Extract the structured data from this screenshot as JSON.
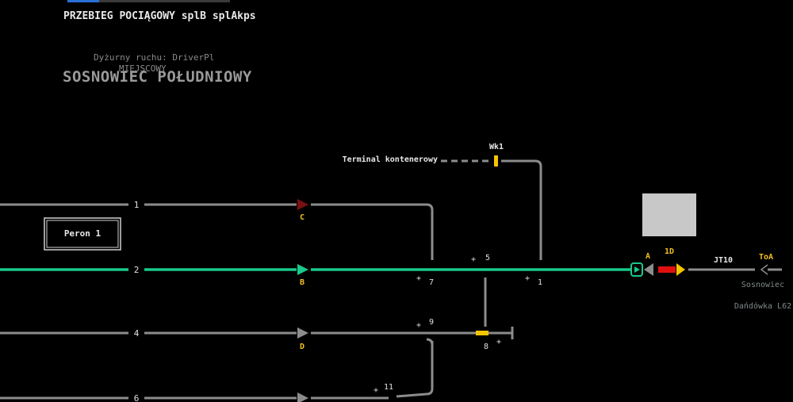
{
  "header": {
    "route_title": "PRZEBIEG POCIĄGOWY splB splAkps",
    "dispatcher": "Dyżurny ruchu: DriverPl",
    "mode": "MIEJSCOWY",
    "station": "SOSNOWIEC POŁUDNIOWY"
  },
  "platform": {
    "label": "Peron 1"
  },
  "tracks": {
    "t1": "1",
    "t2": "2",
    "t4": "4",
    "t6": "6",
    "jt10": "JT10"
  },
  "signals": {
    "c": "C",
    "b": "B",
    "d": "D",
    "a": "A",
    "d1": "1D",
    "toa": "ToA",
    "wk1": "Wk1"
  },
  "switches": {
    "s5": "5",
    "s7": "7",
    "s1": "1",
    "s9": "9",
    "s8": "8",
    "s11": "11"
  },
  "places": {
    "terminal": "Terminal kontenerowy",
    "sosnowiec": "Sosnowiec",
    "dandowka": "Dańdówka L62"
  },
  "colors": {
    "route_green": "#19c98a",
    "track_gray": "#8c8c8c",
    "signal_red": "#e01010",
    "signal_yellow": "#f4c400",
    "signal_dark_red": "#7a1010",
    "label_yellow": "#f0c020"
  }
}
